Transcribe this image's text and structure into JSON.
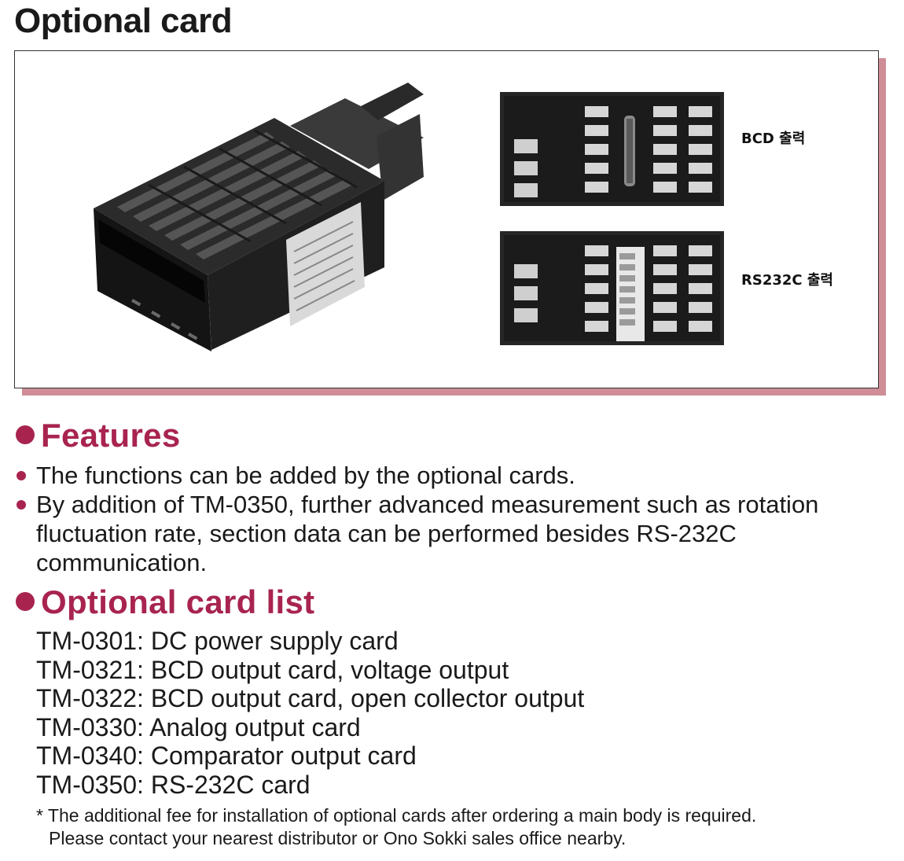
{
  "page": {
    "title": "Optional card"
  },
  "figure": {
    "labels": [
      "BCD 출력",
      "RS232C 출력"
    ]
  },
  "features": {
    "heading": "Features",
    "items": [
      "The functions can be added by the optional cards.",
      "By addition of TM-0350, further advanced measurement such as rotation fluctuation rate, section data can be performed besides RS-232C communication."
    ]
  },
  "card_list": {
    "heading": "Optional card list",
    "items": [
      "TM-0301: DC power supply card",
      "TM-0321: BCD output card, voltage output",
      "TM-0322: BCD output card, open collector output",
      "TM-0330: Analog output card",
      "TM-0340: Comparator output card",
      "TM-0350: RS-232C card"
    ]
  },
  "note": {
    "line1": "* The additional fee for installation of optional cards after ordering a main body is required.",
    "line2": "Please contact your nearest distributor or Ono Sokki sales office nearby."
  },
  "colors": {
    "accent": "#a8244f",
    "shadow": "#cf8d97"
  }
}
